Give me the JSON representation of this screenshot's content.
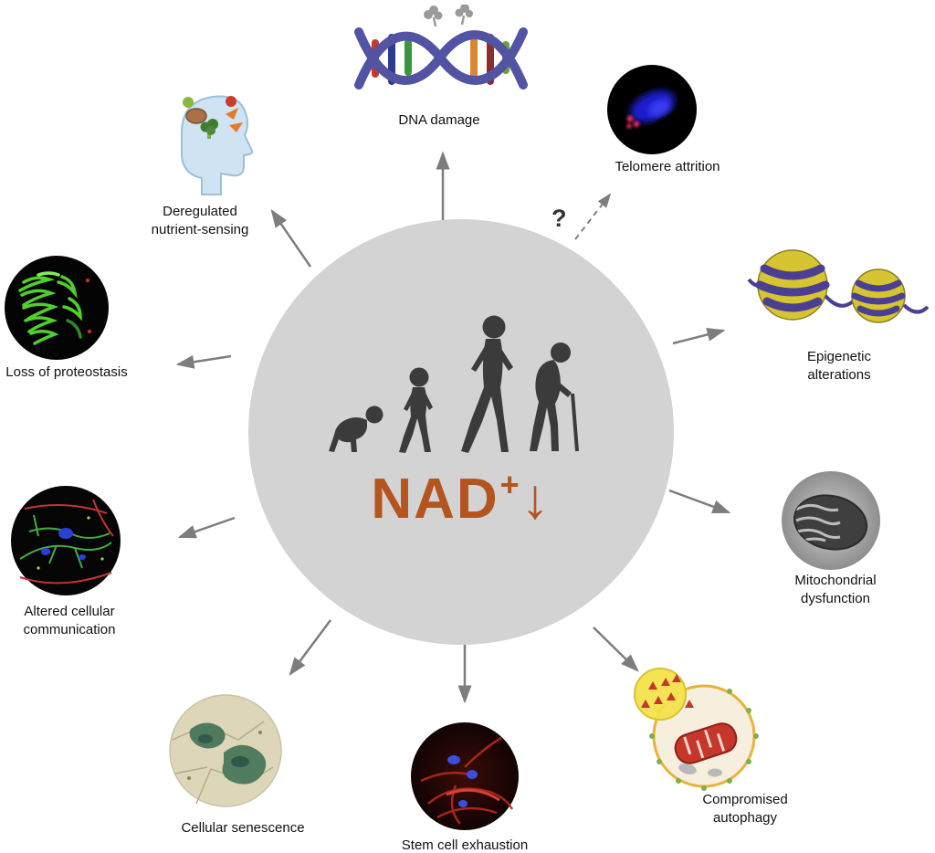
{
  "center": {
    "nad_label": "NAD",
    "nad_sup": "+",
    "nad_arrow": "↓",
    "accent_color": "#b4541e",
    "circle_color": "#d3d3d3"
  },
  "uncertainty_mark": "?",
  "hallmarks": [
    {
      "id": "dna-damage",
      "label": "DNA damage"
    },
    {
      "id": "telomere-attrition",
      "label": "Telomere attrition"
    },
    {
      "id": "epigenetic-alterations",
      "label": "Epigenetic alterations"
    },
    {
      "id": "mitochondrial-dysfunction",
      "label": "Mitochondrial\ndysfunction"
    },
    {
      "id": "compromised-autophagy",
      "label": "Compromised\nautophagy"
    },
    {
      "id": "stem-cell-exhaustion",
      "label": "Stem cell exhaustion"
    },
    {
      "id": "cellular-senescence",
      "label": "Cellular senescence"
    },
    {
      "id": "altered-cellular-communication",
      "label": "Altered cellular\ncommunication"
    },
    {
      "id": "loss-of-proteostasis",
      "label": "Loss of proteostasis"
    },
    {
      "id": "deregulated-nutrient-sensing",
      "label": "Deregulated\nnutrient-sensing"
    }
  ]
}
